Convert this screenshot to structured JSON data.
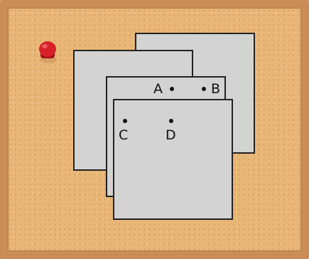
{
  "labels": {
    "a": "A",
    "b": "B",
    "c": "C",
    "d": "D"
  },
  "colors": {
    "frame": "#c98d55",
    "cork": "#e8b676",
    "paper": "#d3d3d3",
    "outline": "#222222",
    "pin": "#d8202a"
  },
  "icons": {
    "pin": "pushpin-icon"
  }
}
